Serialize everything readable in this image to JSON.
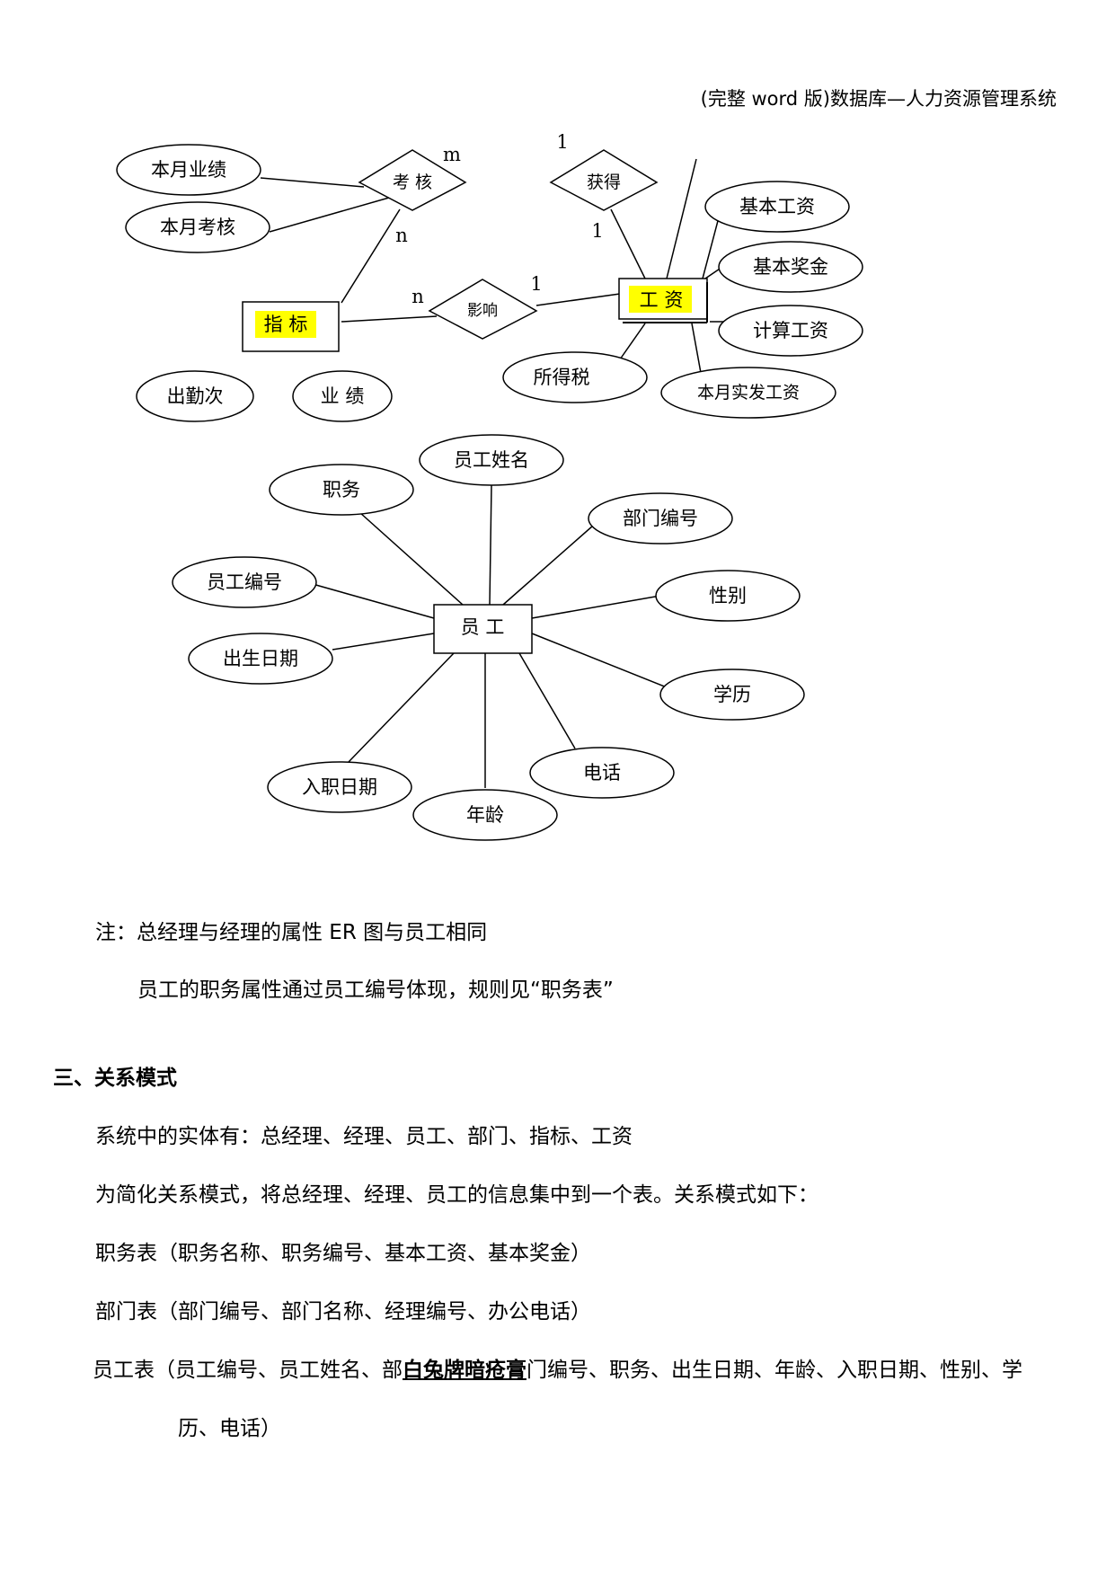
{
  "header": "(完整 word 版)数据库—人力资源管理系统",
  "er_top": {
    "entities": {
      "zhibiao": "指 标",
      "gongzi": "工 资"
    },
    "relations": {
      "kaohe": "考 核",
      "huode": "获得",
      "yingxiang": "影响"
    },
    "attributes": {
      "benyue_yeji": "本月业绩",
      "benyue_kaohe": "本月考核",
      "chuqinci": "出勤次",
      "yeji": "业 绩",
      "jiben_gongzi": "基本工资",
      "jiben_jiangjin": "基本奖金",
      "jisuan_gongzi": "计算工资",
      "benyue_shifa": "本月实发工资",
      "suodeshui": "所得税"
    },
    "cardinalities": {
      "m": "m",
      "n1": "n",
      "n2": "n",
      "one1": "1",
      "one2": "1",
      "one3": "1"
    }
  },
  "er_employee": {
    "entity": "员 工",
    "attributes": {
      "zhiwu": "职务",
      "xingming": "员工姓名",
      "bumen": "部门编号",
      "bianhao": "员工编号",
      "xingbie": "性别",
      "chusheng": "出生日期",
      "xueli": "学历",
      "dianhua": "电话",
      "ruzhi": "入职日期",
      "nianling": "年龄"
    }
  },
  "notes": {
    "note1": "注：总经理与经理的属性 ER 图与员工相同",
    "note2": "员工的职务属性通过员工编号体现，规则见“职务表”"
  },
  "section3": {
    "heading": "三、关系模式",
    "line1": "系统中的实体有：总经理、经理、员工、部门、指标、工资",
    "line2": "为简化关系模式，将总经理、经理、员工的信息集中到一个表。关系模式如下：",
    "line3": "职务表（职务名称、职务编号、基本工资、基本奖金）",
    "line4": "部门表（部门编号、部门名称、经理编号、办公电话）",
    "line5_a": "员工表（员工编号、员工姓名、部",
    "line5_watermark": "白兔牌暗疮膏",
    "line5_b": "门编号、职务、出生日期、年龄、入职日期、性别、学",
    "line6": "历、电话）"
  },
  "colors": {
    "highlight": "#ffff00",
    "stroke": "#000000"
  }
}
